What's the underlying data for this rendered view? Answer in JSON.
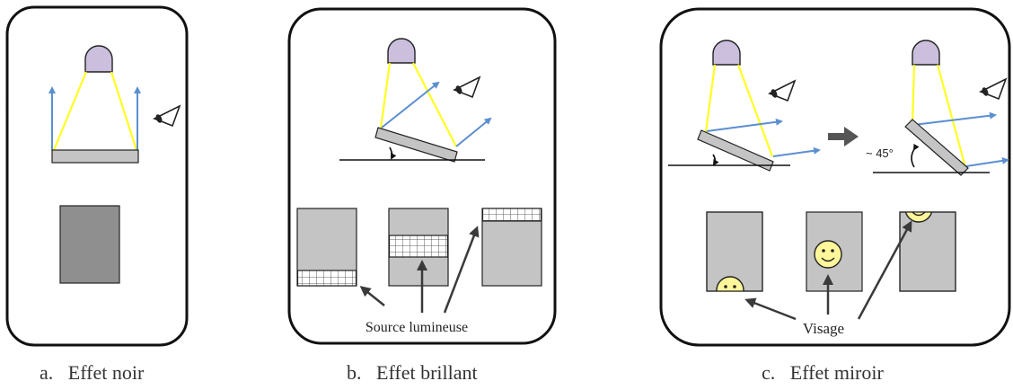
{
  "panels": {
    "a": {
      "caption": "a.   Effet noir"
    },
    "b": {
      "caption": "b.   Effet brillant",
      "label": "Source lumineuse"
    },
    "c": {
      "caption": "c.   Effet miroir",
      "label": "Visage",
      "angle": "~ 45°"
    }
  },
  "colors": {
    "lamp": "#cbbfdd",
    "beam": "#ffff22",
    "reflect": "#5b8fd0",
    "plate": "#c4c4c4",
    "dark_plate": "#8f8f8f",
    "face": "#fff79a",
    "arrow": "#3a3a3a"
  }
}
